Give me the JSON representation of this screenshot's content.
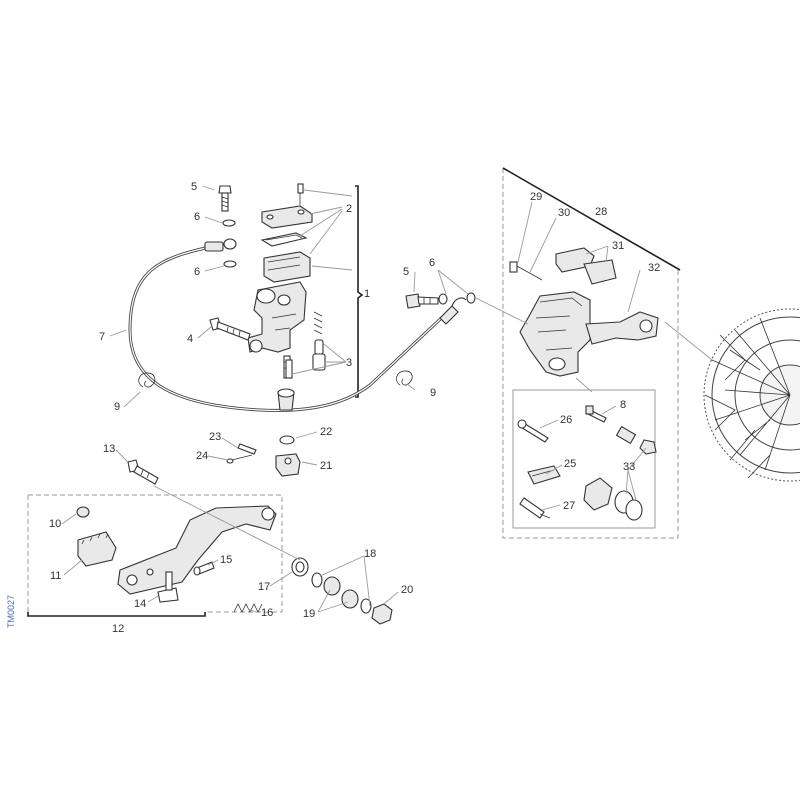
{
  "diagram_code": "TM0027",
  "part_numbers": [
    "1",
    "2",
    "3",
    "4",
    "5",
    "6",
    "7",
    "8",
    "9",
    "10",
    "11",
    "12",
    "13",
    "14",
    "15",
    "16",
    "17",
    "18",
    "19",
    "20",
    "21",
    "22",
    "23",
    "24",
    "25",
    "26",
    "27",
    "28",
    "29",
    "30",
    "31",
    "32",
    "33"
  ]
}
